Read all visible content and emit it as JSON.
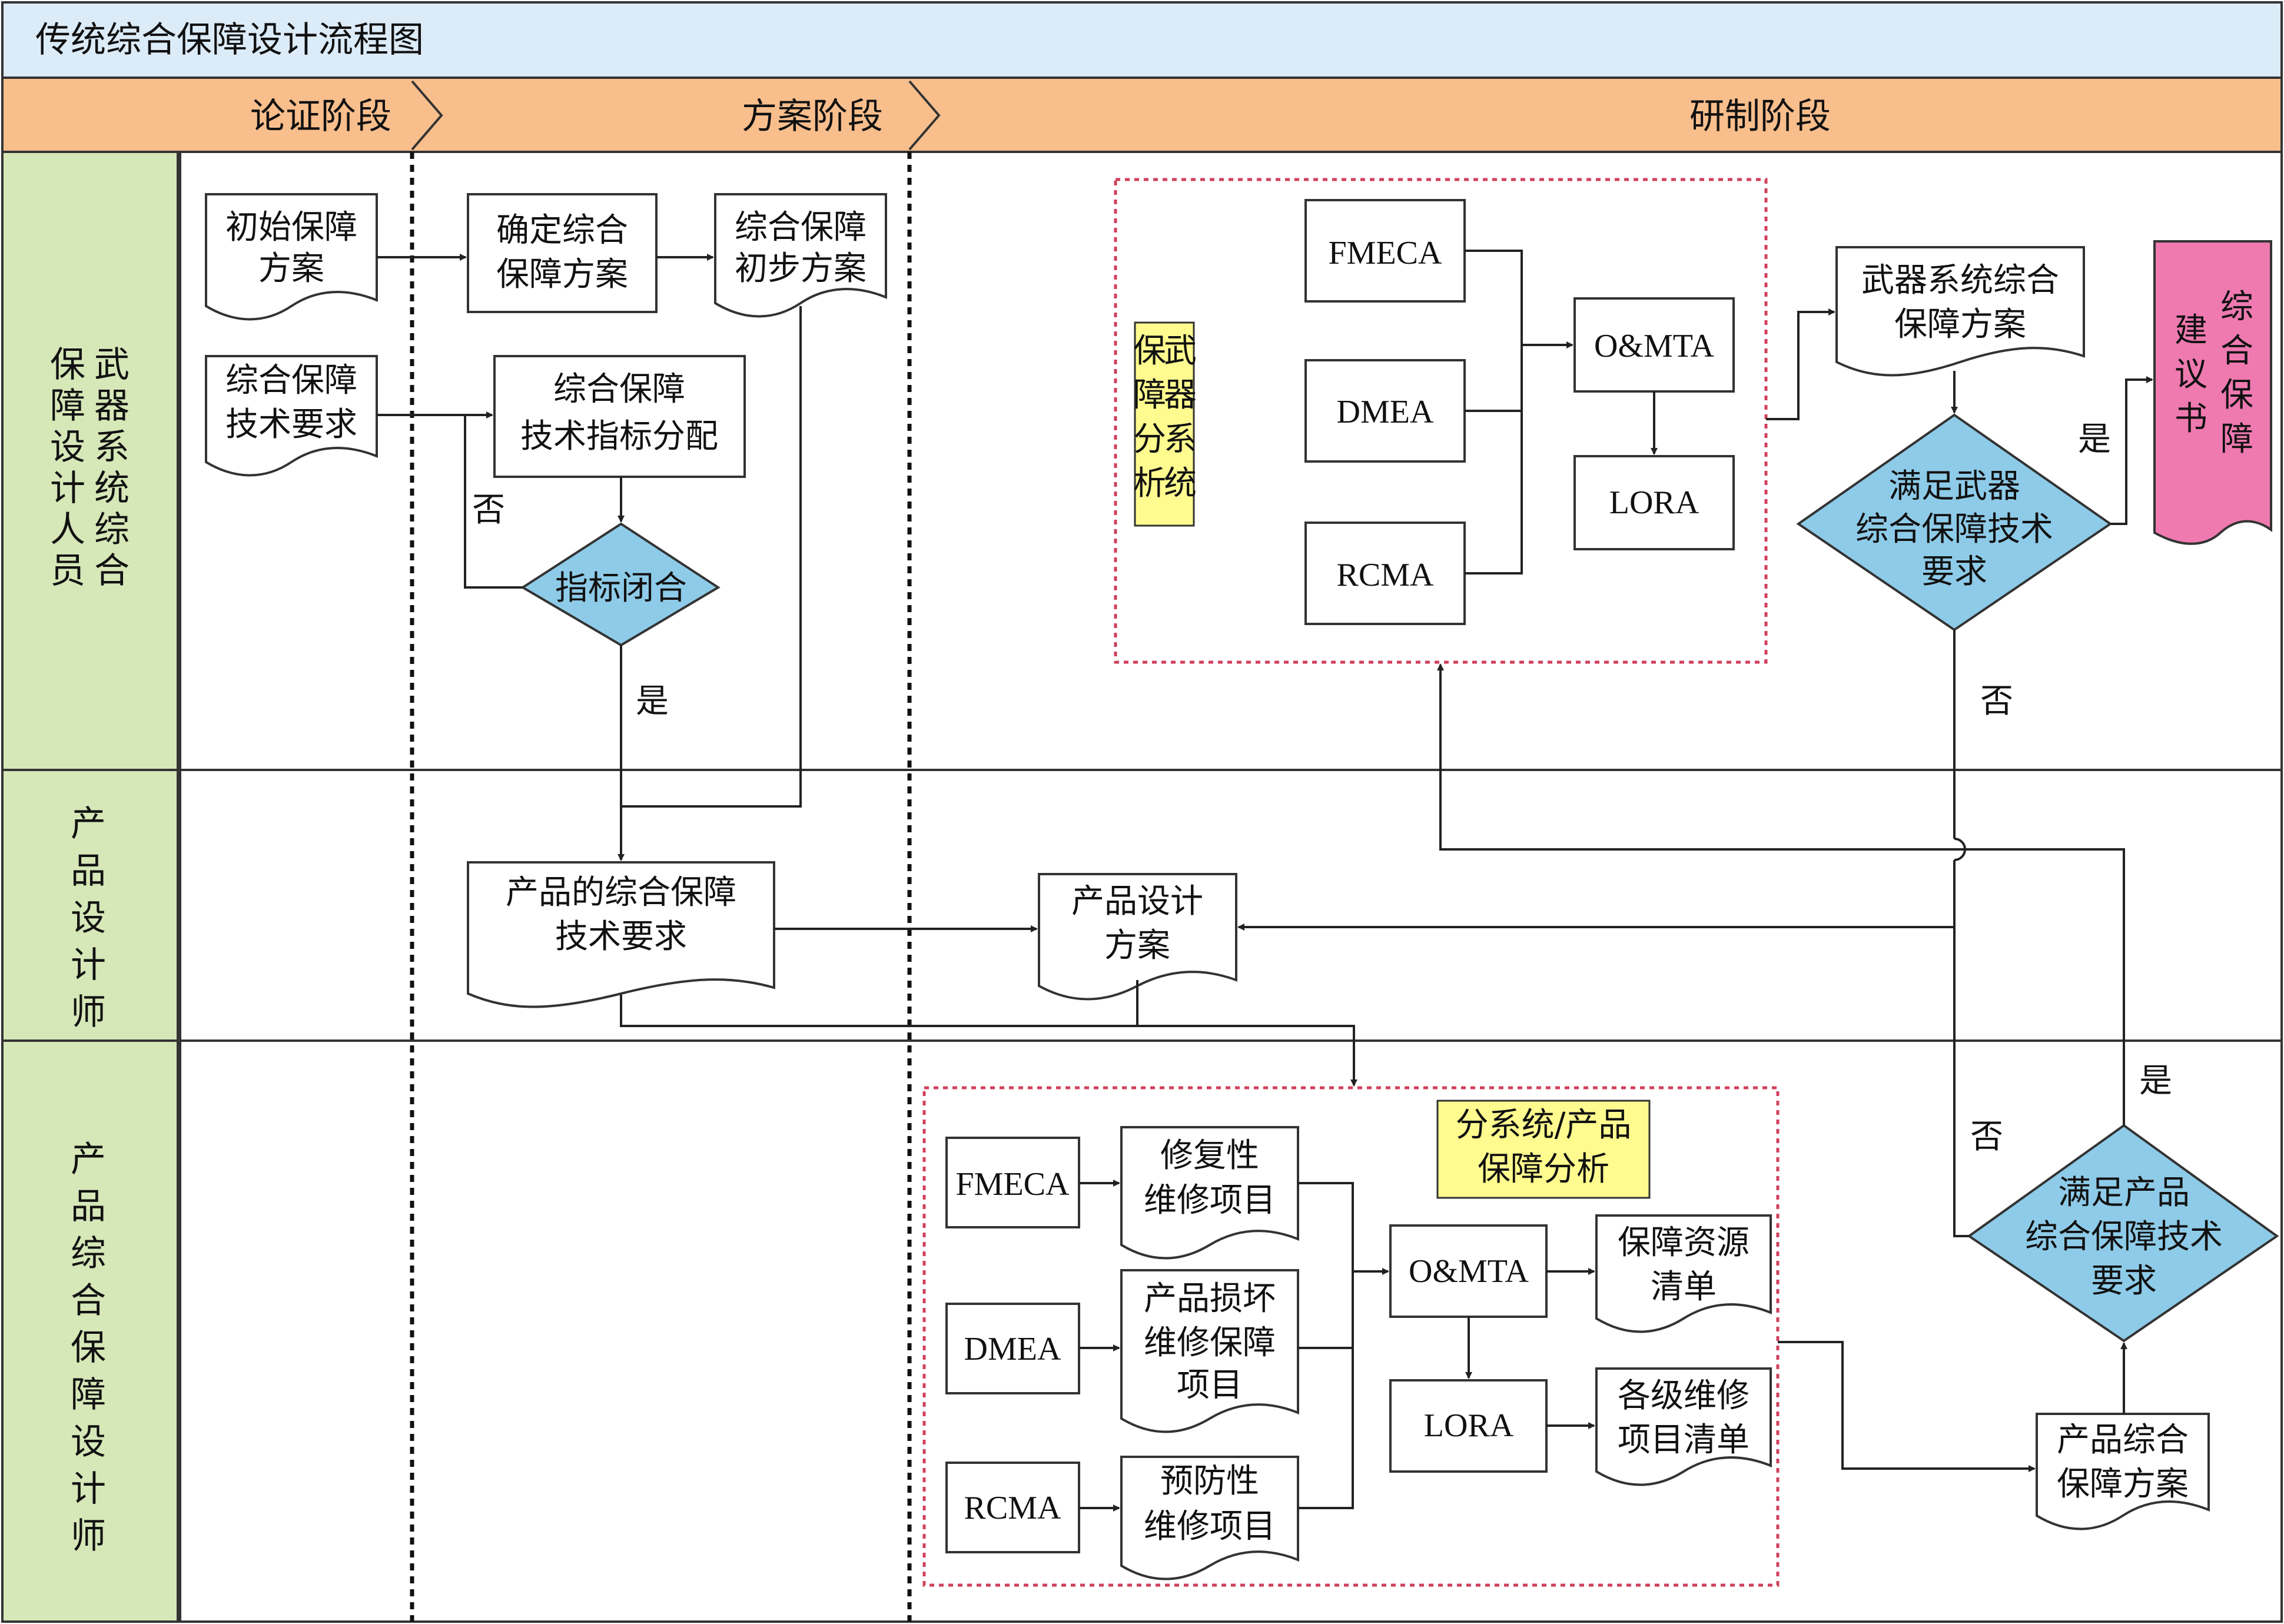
{
  "title": "传统综合保障设计流程图",
  "phases": [
    "论证阶段",
    "方案阶段",
    "研制阶段"
  ],
  "lanes": [
    "武器系统综合保障设计人员",
    "产品设计师",
    "产品综合保障设计师"
  ],
  "nodes": {
    "initial_plan": "初始保障方案",
    "determine_plan": "确定综合保障方案",
    "prelim_plan": "综合保障初步方案",
    "tech_req": "综合保障技术要求",
    "index_alloc": "综合保障技术指标分配",
    "index_closed": "指标闭合",
    "product_req": "产品的综合保障技术要求",
    "product_design": "产品设计方案",
    "weapon_analysis_label": "武器系统保障分析",
    "fmeca": "FMECA",
    "dmea": "DMEA",
    "rcma": "RCMA",
    "omta": "O&MTA",
    "lora": "LORA",
    "weapon_plan": "武器系统综合保障方案",
    "meet_weapon": "满足武器综合保障技术要求",
    "proposal": "综合保障建议书",
    "subsys_label": "分系统/产品保障分析",
    "repair_items": "修复性维修项目",
    "damage_items": "产品损坏维修保障项目",
    "preventive_items": "预防性维修项目",
    "resource_list": "保障资源清单",
    "level_list": "各级维修项目清单",
    "product_plan": "产品综合保障方案",
    "meet_product": "满足产品综合保障技术要求"
  },
  "labels": {
    "yes": "是",
    "no": "否"
  },
  "colors": {
    "title_bg": "#dcebf8",
    "phase_bg": "#f8be8c",
    "lane_bg": "#d6e7b8",
    "diamond": "#8ecbe8",
    "yellow": "#fffb8f",
    "pink": "#ee7ab0",
    "dashed_red": "#d0405c"
  }
}
